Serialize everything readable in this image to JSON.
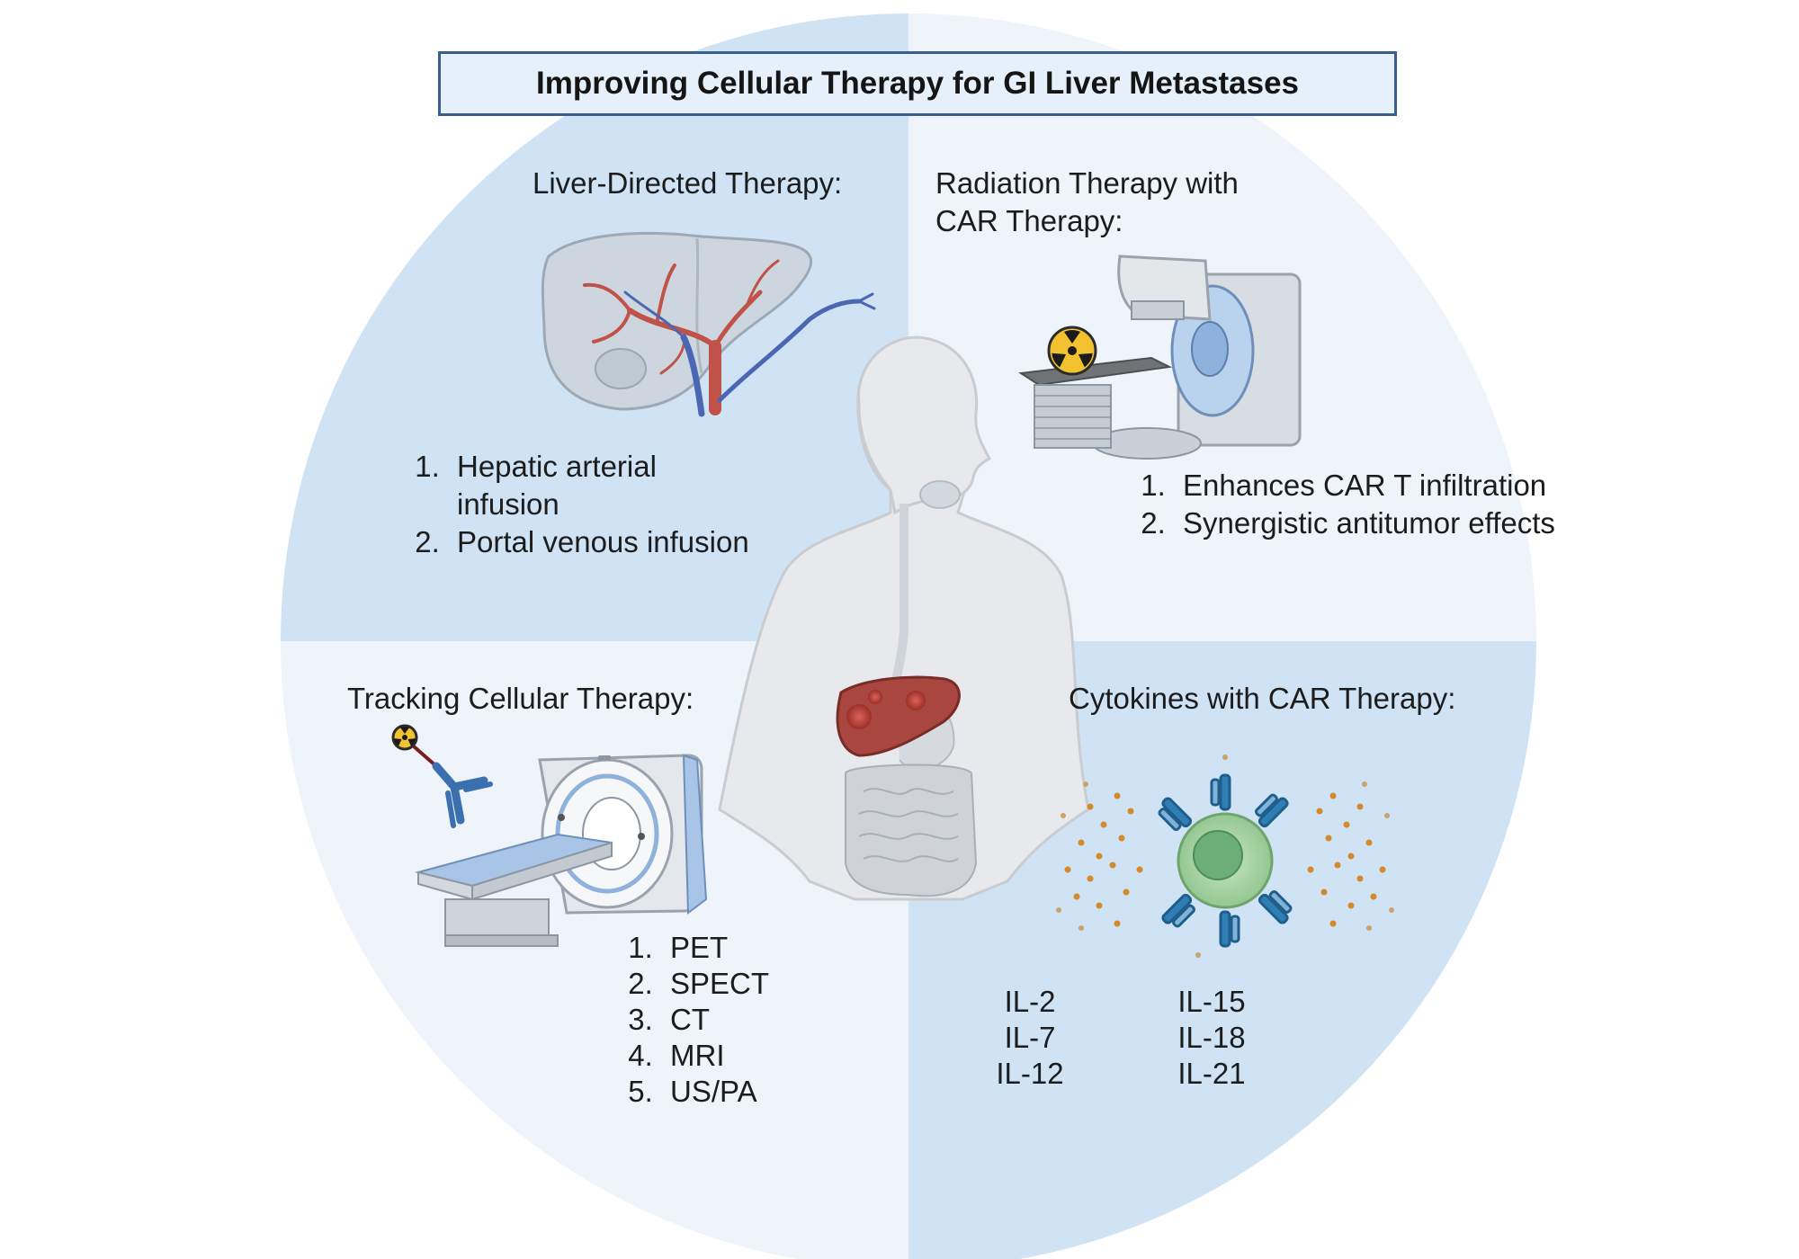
{
  "title": "Improving Cellular Therapy for GI Liver Metastases",
  "quadrants": {
    "liver_directed": {
      "heading": "Liver-Directed Therapy:",
      "items": [
        "Hepatic arterial infusion",
        "Portal venous infusion"
      ]
    },
    "radiation": {
      "heading_line1": "Radiation Therapy with",
      "heading_line2": "CAR Therapy:",
      "items": [
        "Enhances CAR T infiltration",
        "Synergistic antitumor effects"
      ]
    },
    "tracking": {
      "heading": "Tracking Cellular Therapy:",
      "items": [
        "PET",
        "SPECT",
        "CT",
        "MRI",
        "US/PA"
      ]
    },
    "cytokines": {
      "heading": "Cytokines with CAR Therapy:",
      "column_left": [
        "IL-2",
        "IL-7",
        "IL-12"
      ],
      "column_right": [
        "IL-15",
        "IL-18",
        "IL-21"
      ]
    }
  },
  "colors": {
    "quadrant_dark": "#cfe3f5",
    "quadrant_light": "#eef4fa",
    "title_border": "#3a5f8f",
    "title_fill": "#e6f0fa",
    "liver": "#a8463f",
    "antibody": "#3a6fb0",
    "cell_green": "#a9d3a8",
    "cytokine_dot": "#d58a2a",
    "radiation_yellow": "#f2c230"
  },
  "icons": [
    "liver-vessels-icon",
    "linear-accelerator-icon",
    "radiation-symbol-icon",
    "human-torso-icon",
    "pet-ct-scanner-icon",
    "radiolabeled-antibody-icon",
    "car-t-cell-icon"
  ]
}
